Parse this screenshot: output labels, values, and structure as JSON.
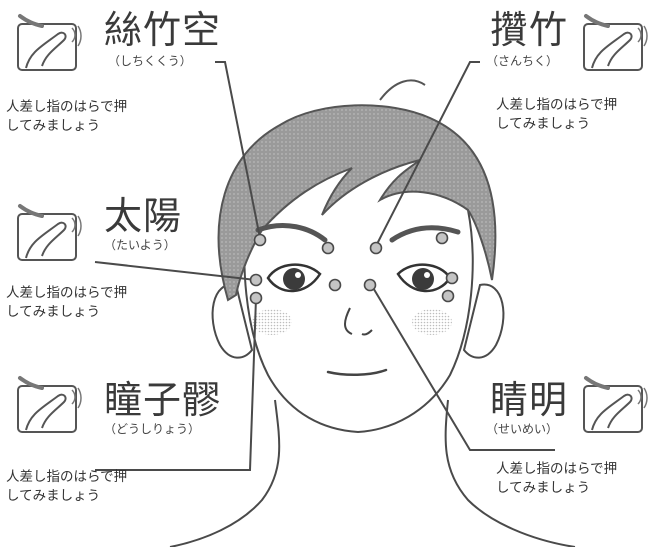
{
  "points": [
    {
      "id": "shichikuku",
      "name": "絲竹空",
      "reading": "（しちくくう）",
      "instruction": [
        "人差し指のはらで押",
        "してみましょう"
      ]
    },
    {
      "id": "sanchiku",
      "name": "攢竹",
      "reading": "（さんちく）",
      "instruction": [
        "人差し指のはらで押",
        "してみましょう"
      ]
    },
    {
      "id": "taiyo",
      "name": "太陽",
      "reading": "（たいよう）",
      "instruction": [
        "人差し指のはらで押",
        "してみましょう"
      ]
    },
    {
      "id": "doshiryo",
      "name": "瞳子髎",
      "reading": "（どうしりょう）",
      "instruction": [
        "人差し指のはらで押",
        "してみましょう"
      ]
    },
    {
      "id": "seimei",
      "name": "睛明",
      "reading": "（せいめい）",
      "instruction": [
        "人差し指のはらで押",
        "してみましょう"
      ]
    }
  ],
  "icons": [
    "finger-press-icon"
  ],
  "colors": {
    "line": "#4a4a4a",
    "hair": "#8c8c8c",
    "cheek": "#cfcfcf",
    "marker": "#bdbdbd"
  }
}
